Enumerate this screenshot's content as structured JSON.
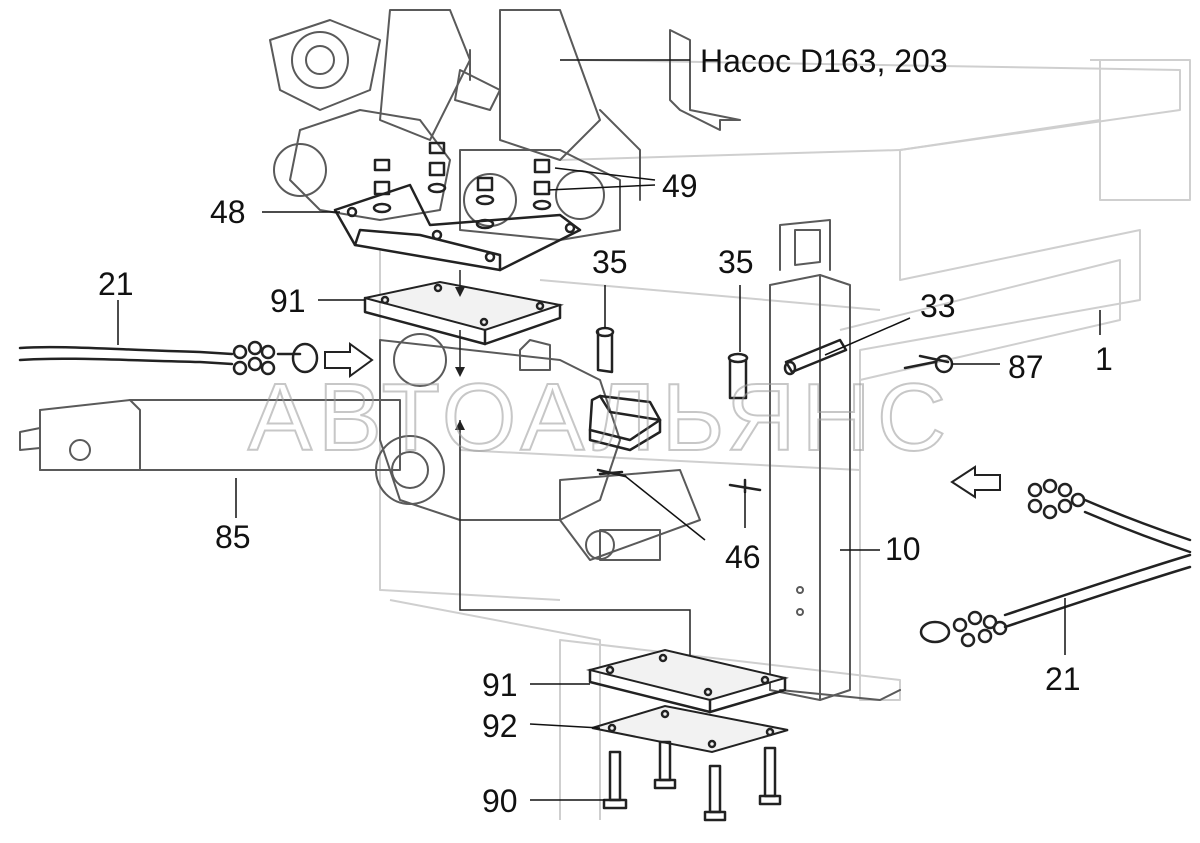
{
  "labels": {
    "pump": "Насос D163, 203",
    "p49": "49",
    "p48": "48",
    "p35a": "35",
    "p35b": "35",
    "p33": "33",
    "p1": "1",
    "p21a": "21",
    "p91a": "91",
    "p87": "87",
    "p85": "85",
    "p46": "46",
    "p10": "10",
    "p21b": "21",
    "p91b": "91",
    "p92": "92",
    "p90": "90"
  },
  "watermark": "АВТОАЛЬЯНС"
}
